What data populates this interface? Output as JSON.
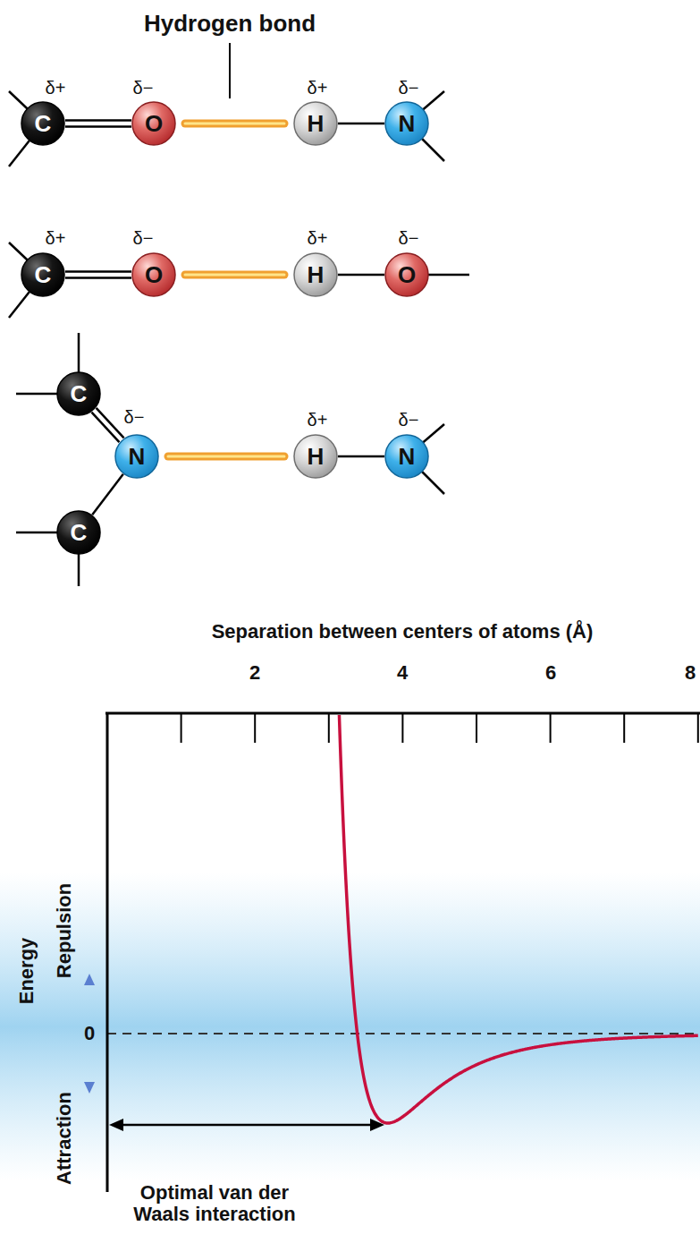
{
  "diagram": {
    "nodes": [
      {
        "text": [
          "C"
        ]
      },
      {
        "text": [
          "O"
        ]
      },
      {
        "text": [
          "H"
        ]
      },
      {
        "text": [
          "N"
        ]
      },
      {
        "text": [
          "C"
        ]
      },
      {
        "text": [
          "O"
        ]
      },
      {
        "text": [
          "H"
        ]
      },
      {
        "text": [
          "O"
        ]
      },
      {
        "text": [
          "C"
        ]
      },
      {
        "text": [
          "N"
        ]
      },
      {
        "text": [
          "H"
        ]
      },
      {
        "text": [
          "N"
        ]
      },
      {
        "text": [
          "C"
        ]
      }
    ],
    "edges": [
      {
        "from": 0,
        "to": 1,
        "arrow": "none"
      },
      {
        "from": 1,
        "to": 2,
        "arrow": "none"
      },
      {
        "from": 2,
        "to": 3,
        "arrow": "none"
      },
      {
        "from": 4,
        "to": 5,
        "arrow": "none"
      },
      {
        "from": 5,
        "to": 6,
        "arrow": "none"
      },
      {
        "from": 6,
        "to": 7,
        "arrow": "none"
      },
      {
        "from": 8,
        "to": 9,
        "arrow": "none"
      },
      {
        "from": 9,
        "to": 10,
        "arrow": "none"
      },
      {
        "from": 10,
        "to": 11,
        "arrow": "none"
      },
      {
        "from": 9,
        "to": 12,
        "arrow": "none"
      }
    ],
    "labels": [
      "Hydrogen bond",
      "δ+",
      "δ−",
      "δ+",
      "δ−",
      "δ+",
      "δ−",
      "δ+",
      "δ−",
      "δ−",
      "δ+",
      "δ−",
      "Separation between centers of atoms (Å)",
      "2",
      "4",
      "6",
      "8",
      "Repulsion",
      "Attraction",
      "Energy",
      "0",
      "Optimal van der Waals interaction"
    ]
  }
}
